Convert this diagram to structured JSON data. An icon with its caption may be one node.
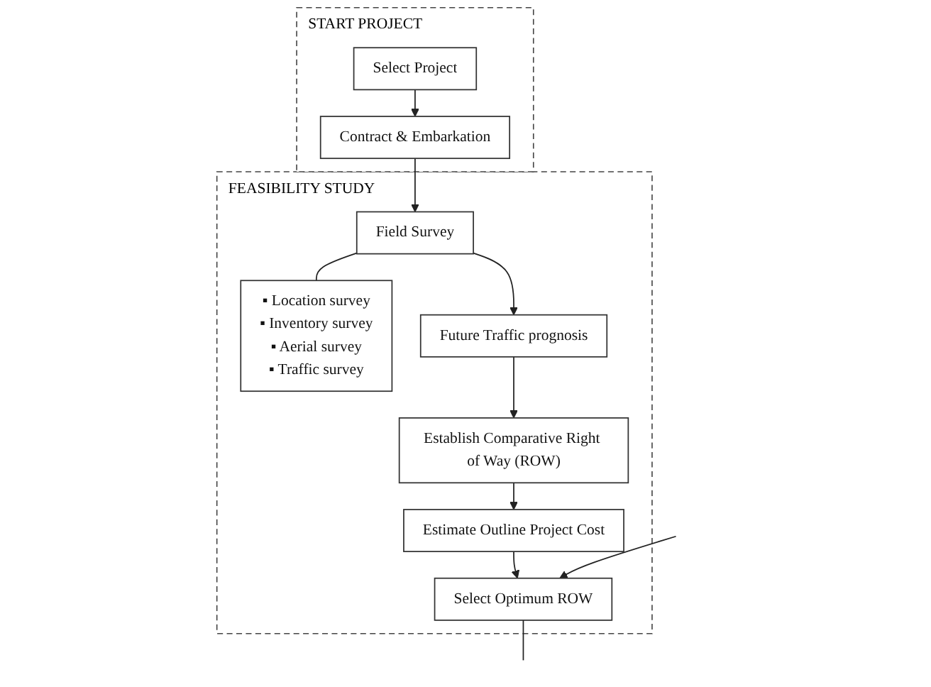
{
  "diagram": {
    "nodes": [
      {
        "text": [
          "START PROJECT"
        ]
      },
      {
        "text": [
          "Select Project"
        ],
        "in": 0
      },
      {
        "text": [
          "Contract & Embarkation"
        ],
        "in": 0
      },
      {
        "text": [
          "FEASIBILITY STUDY"
        ]
      },
      {
        "text": [
          "Field Survey"
        ],
        "in": 3
      },
      {
        "text": [
          "▪ Location survey",
          "▪ Inventory survey",
          "▪ Aerial survey",
          "▪ Traffic survey"
        ],
        "in": 3
      },
      {
        "text": [
          "Future Traffic prognosis"
        ],
        "in": 3
      },
      {
        "text": [
          "Establish Comparative Right of Way (ROW)"
        ],
        "in": 3
      },
      {
        "text": [
          "Estimate Outline Project Cost"
        ],
        "in": 3
      },
      {
        "text": [
          "Select Optimum ROW"
        ],
        "in": 3
      }
    ],
    "edges": [
      {
        "from": 1,
        "to": 2,
        "arrow": "to"
      },
      {
        "from": 2,
        "to": 4,
        "arrow": "to"
      },
      {
        "from": 4,
        "to": 5,
        "arrow": "none"
      },
      {
        "from": 4,
        "to": 6,
        "arrow": "to"
      },
      {
        "from": 6,
        "to": 7,
        "arrow": "to"
      },
      {
        "from": 7,
        "to": 8,
        "arrow": "to"
      },
      {
        "from": 8,
        "to": 9,
        "arrow": "to"
      },
      {
        "from": null,
        "to": 9,
        "arrow": "to"
      },
      {
        "from": 9,
        "to": null,
        "arrow": "none"
      }
    ]
  }
}
